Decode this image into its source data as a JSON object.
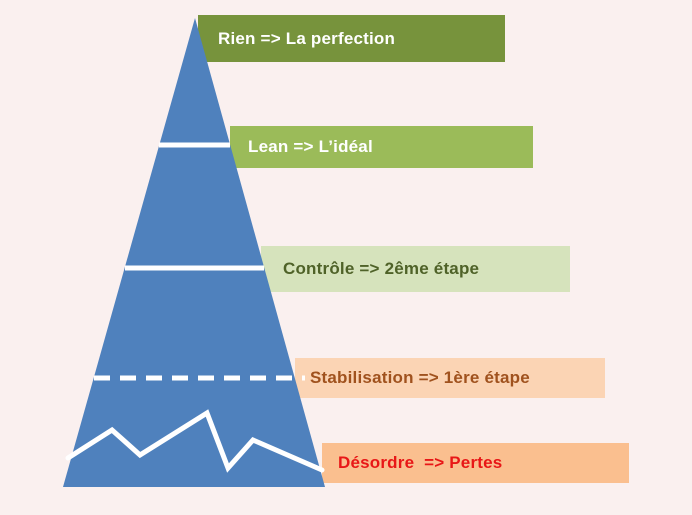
{
  "background_color": "#faf0ef",
  "pyramid": {
    "fill_color": "#4f81bd",
    "divider_color": "#ffffff",
    "divider_styles": [
      "solid",
      "solid",
      "dashed",
      "zigzag"
    ]
  },
  "levels": [
    {
      "label": "Rien => La perfection",
      "box_bg": "#77933c",
      "text_color": "#ffffff"
    },
    {
      "label": "Lean => L’idéal",
      "box_bg": "#9bbb59",
      "text_color": "#ffffff"
    },
    {
      "label": "Contrôle => 2ême étape",
      "box_bg": "#d6e3bc",
      "text_color": "#4f6228"
    },
    {
      "label": "Stabilisation => 1ère étape",
      "box_bg": "#fbd4b4",
      "text_color": "#a0521e"
    },
    {
      "label": "Désordre  => Pertes",
      "box_bg": "#fabf8f",
      "text_color": "#e81717"
    }
  ]
}
